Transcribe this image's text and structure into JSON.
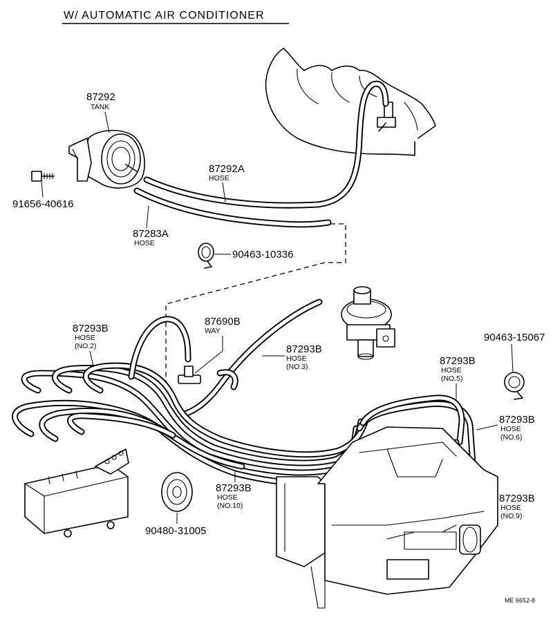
{
  "title": "W/ AUTOMATIC AIR CONDITIONER",
  "reference": "ME 6652-8",
  "parts": {
    "tank": {
      "number": "87292",
      "name": "TANK"
    },
    "bolt": {
      "number": "91656-40616"
    },
    "hose_a": {
      "number": "87292A",
      "name": "HOSE"
    },
    "hose_b": {
      "number": "87283A",
      "name": "HOSE"
    },
    "clip_small": {
      "number": "90463-10336"
    },
    "way": {
      "number": "87690B",
      "name": "WAY"
    },
    "hose_no2": {
      "number": "87293B",
      "name": "HOSE",
      "sub": "(NO.2)"
    },
    "hose_no3": {
      "number": "87293B",
      "name": "HOSE",
      "sub": "(NO.3)"
    },
    "clip_large": {
      "number": "90463-15067"
    },
    "hose_no5": {
      "number": "87293B",
      "name": "HOSE",
      "sub": "(NO.5)"
    },
    "hose_no6": {
      "number": "87293B",
      "name": "HOSE",
      "sub": "(NO.6)"
    },
    "hose_no9": {
      "number": "87293B",
      "name": "HOSE",
      "sub": "(NO.9)"
    },
    "hose_no10": {
      "number": "87293B",
      "name": "HOSE",
      "sub": "(NO.10)"
    },
    "grommet": {
      "number": "90480-31005"
    }
  }
}
